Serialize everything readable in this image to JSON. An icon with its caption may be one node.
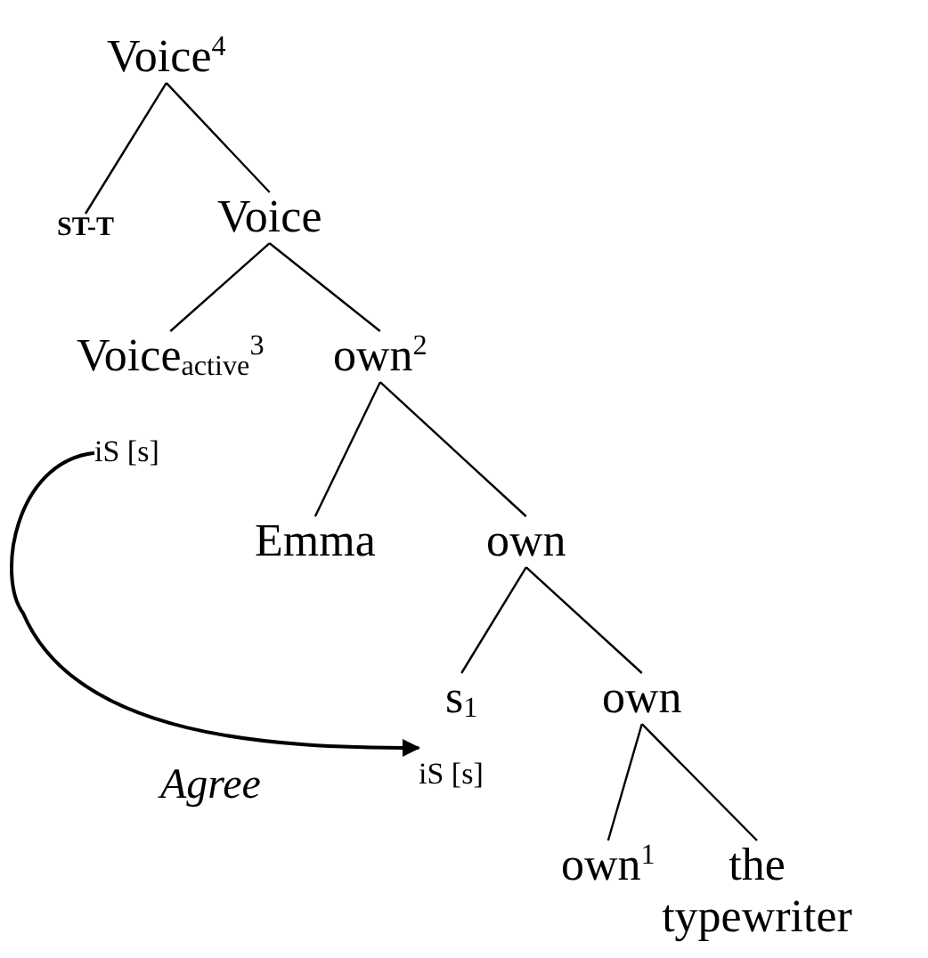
{
  "diagram": {
    "nodes": [
      {
        "text": [
          "Voice$^{4}$"
        ]
      },
      {
        "text": [
          "ST-T"
        ]
      },
      {
        "text": [
          "Voice"
        ]
      },
      {
        "text": [
          "Voice$_{active}$$^{3}$"
        ]
      },
      {
        "text": [
          "own$^{2}$"
        ]
      },
      {
        "text": [
          "iS [s]"
        ]
      },
      {
        "text": [
          "Emma"
        ]
      },
      {
        "text": [
          "own"
        ]
      },
      {
        "text": [
          "s$_{1}$"
        ]
      },
      {
        "text": [
          "own"
        ]
      },
      {
        "text": [
          "iS [s]"
        ]
      },
      {
        "text": [
          "own$^{1}$"
        ]
      },
      {
        "text": [
          "the typewriter"
        ]
      }
    ],
    "edges": [
      {
        "from": 0,
        "to": 1,
        "arrow": "none"
      },
      {
        "from": 0,
        "to": 2,
        "arrow": "none"
      },
      {
        "from": 2,
        "to": 3,
        "arrow": "none"
      },
      {
        "from": 2,
        "to": 4,
        "arrow": "none"
      },
      {
        "from": 4,
        "to": 6,
        "arrow": "none"
      },
      {
        "from": 4,
        "to": 7,
        "arrow": "none"
      },
      {
        "from": 7,
        "to": 8,
        "arrow": "none"
      },
      {
        "from": 7,
        "to": 9,
        "arrow": "none"
      },
      {
        "from": 9,
        "to": 11,
        "arrow": "none"
      },
      {
        "from": 9,
        "to": 12,
        "arrow": "none"
      },
      {
        "from": 5,
        "to": 10,
        "arrow": "to",
        "label": "Agree"
      }
    ]
  }
}
